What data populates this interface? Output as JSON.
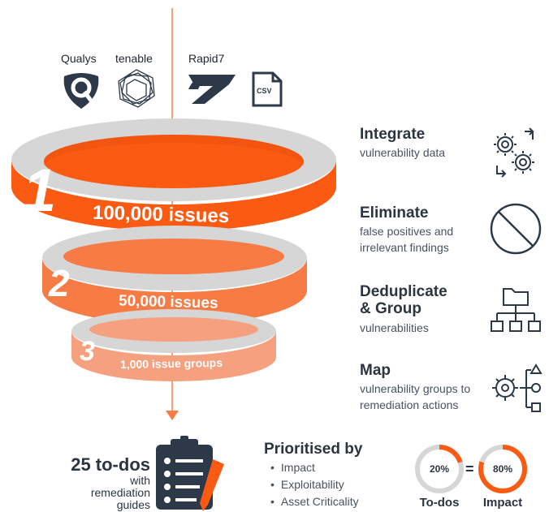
{
  "vendors": {
    "v1": "Qualys",
    "v2": "tenable",
    "v3": "Rapid7"
  },
  "csv_badge": "CSV",
  "funnel": [
    {
      "number": "1",
      "label": "100,000 issues"
    },
    {
      "number": "2",
      "label": "50,000 issues"
    },
    {
      "number": "3",
      "label": "1,000 issue groups"
    }
  ],
  "steps": [
    {
      "title": "Integrate",
      "desc": "vulnerability data",
      "icon": "gears-sync-icon"
    },
    {
      "title": "Eliminate",
      "desc": "false positives and irrelevant findings",
      "icon": "prohibited-icon"
    },
    {
      "title": "Deduplicate\n& Group",
      "desc": "vulnerabilities",
      "icon": "folder-hierarchy-icon"
    },
    {
      "title": "Map",
      "desc": "vulnerability groups to remediation actions",
      "icon": "gear-shapes-icon"
    }
  ],
  "result": {
    "count": "25 to-dos",
    "sub": "with remediation guides"
  },
  "prioritised": {
    "title": "Prioritised by",
    "items": [
      "Impact",
      "Exploitability",
      "Asset Criticality"
    ]
  },
  "rings": [
    {
      "pct": "20%",
      "label": "To-dos",
      "fraction": 0.2
    },
    {
      "pct": "80%",
      "label": "Impact",
      "fraction": 0.8
    }
  ],
  "equals": "=",
  "colors": {
    "orange": "#fb5a12",
    "orange2": "#f67b45",
    "orange3": "#f5a07e",
    "grey": "#d8d8d8",
    "dark": "#2c3440",
    "line": "#f6a07a"
  }
}
